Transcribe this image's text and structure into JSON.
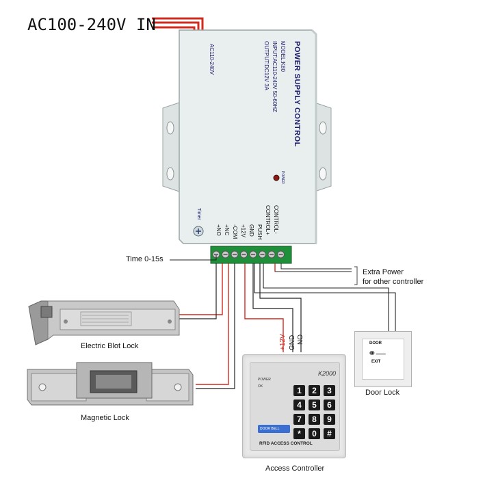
{
  "header": {
    "input_label": "AC100-240V IN"
  },
  "power_supply": {
    "title": "POWER SUPPLY CONTROL",
    "model": "MODEL:K80",
    "input": "INPUT:AC110-240V  50-60HZ",
    "output": "OUTPUT:DC12V  3A",
    "ac_label": "AC110-240V",
    "power_led_label": "POWER",
    "timer_label": "Timer",
    "terminals": [
      "NO",
      "+NC",
      "-COM",
      "+12V",
      "GND",
      "PUSH",
      "CONTROL+",
      "CONTROL-"
    ],
    "terminal_labels": [
      "+NO",
      "+NC",
      "-COM",
      "+12V",
      "GND",
      "PUSH",
      "CONTROL+",
      "CONTROL-"
    ]
  },
  "annotations": {
    "time_label": "Time 0-15s",
    "extra_power_line1": "Extra Power",
    "extra_power_line2": "for other controller"
  },
  "wire_labels": {
    "plus12v": "+12V",
    "gnd": "GND",
    "no": "NO"
  },
  "devices": {
    "electric_bolt_lock": "Electric Blot Lock",
    "magnetic_lock": "Magnetic Lock",
    "door_lock": "Door Lock",
    "access_controller": "Access Controller"
  },
  "keypad": {
    "model": "K2000",
    "power_indicator": "POWER",
    "ok_indicator": "OK",
    "door_bell": "DOOR BELL",
    "brand": "RFID ACCESS CONTROL",
    "keys": [
      "1",
      "2",
      "3",
      "4",
      "5",
      "6",
      "7",
      "8",
      "9",
      "*",
      "0",
      "#"
    ]
  },
  "exit_button": {
    "top": "DOOR",
    "bottom": "EXIT"
  },
  "colors": {
    "wire_red": "#d12a1f",
    "wire_black": "#222222",
    "terminal_green": "#1f8f3a",
    "psu_body": "#e9eeee"
  }
}
